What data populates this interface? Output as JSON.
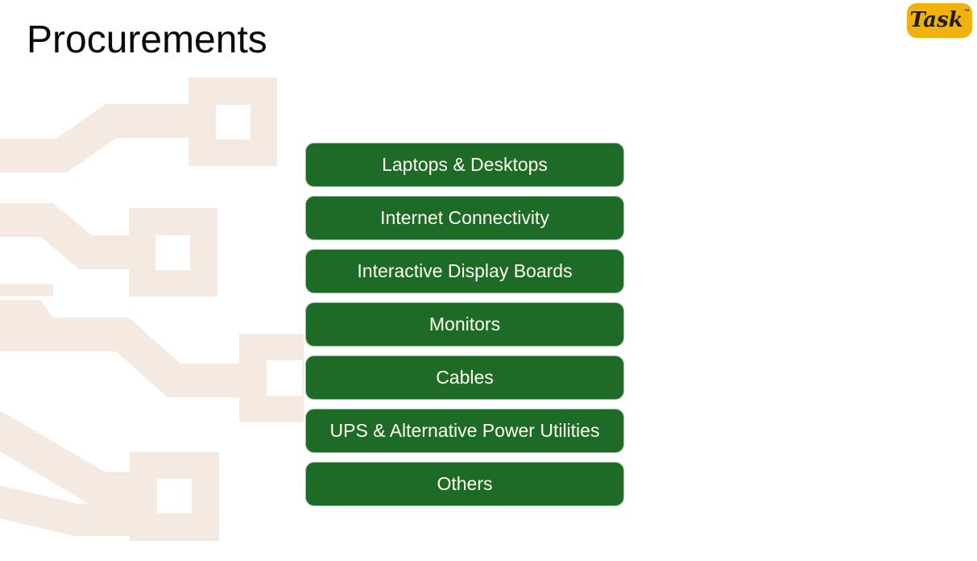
{
  "slide": {
    "title": "Procurements"
  },
  "logo": {
    "text": "Task",
    "trademark": "™"
  },
  "buttons": {
    "items": [
      "Laptops & Desktops",
      "Internet Connectivity",
      "Interactive Display Boards",
      "Monitors",
      "Cables",
      "UPS & Alternative Power Utilities",
      "Others"
    ]
  },
  "colors": {
    "slide_bg": "#FFFFFF",
    "pattern": "#F5EAE2",
    "btn_bg": "#1E6B27",
    "btn_text": "#FFFEF2",
    "btn_border": "#9CBF99",
    "logo_bg": "#F2B20D",
    "logo_text": "#211E10",
    "title_text": "#0A0A0A"
  },
  "icons": {
    "circuit_pattern": "circuit-board decorative traces and pads"
  }
}
